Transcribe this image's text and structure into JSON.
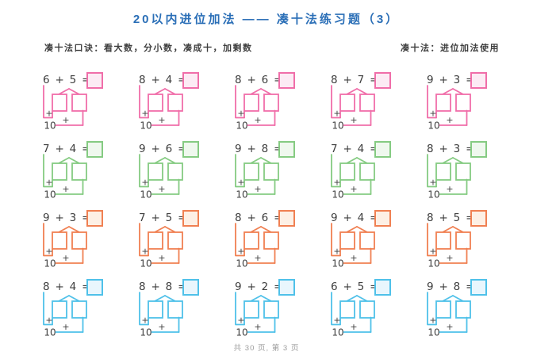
{
  "header": {
    "title": "20以内进位加法 —— 凑十法练习题（3）",
    "tip_left": "凑十法口诀：看大数，分小数，凑成十，加剩数",
    "tip_right": "凑十法：进位加法使用"
  },
  "footer": {
    "page_info": "共 30 页, 第 3 页"
  },
  "labels": {
    "plus": "+",
    "equals": "=",
    "ten": "10"
  },
  "colors": {
    "title_blue": "#2b6fb7",
    "text_dark": "#3e3e3e",
    "footer_gray": "#9c9c9c"
  },
  "rows": [
    {
      "color_name": "pink",
      "stroke": "#f06ea9",
      "box_fill": "#fcebf4",
      "problems": [
        {
          "a": "6",
          "b": "5"
        },
        {
          "a": "8",
          "b": "4"
        },
        {
          "a": "8",
          "b": "6"
        },
        {
          "a": "8",
          "b": "7"
        },
        {
          "a": "9",
          "b": "3"
        }
      ]
    },
    {
      "color_name": "green",
      "stroke": "#85cb82",
      "box_fill": "#eff8ee",
      "problems": [
        {
          "a": "7",
          "b": "4"
        },
        {
          "a": "9",
          "b": "6"
        },
        {
          "a": "9",
          "b": "8"
        },
        {
          "a": "7",
          "b": "4"
        },
        {
          "a": "8",
          "b": "3"
        }
      ]
    },
    {
      "color_name": "orange",
      "stroke": "#f08052",
      "box_fill": "#fdf0e5",
      "problems": [
        {
          "a": "9",
          "b": "3"
        },
        {
          "a": "7",
          "b": "5"
        },
        {
          "a": "8",
          "b": "6"
        },
        {
          "a": "9",
          "b": "4"
        },
        {
          "a": "8",
          "b": "5"
        }
      ]
    },
    {
      "color_name": "cyan",
      "stroke": "#4fc1e9",
      "box_fill": "#e9f6fd",
      "problems": [
        {
          "a": "8",
          "b": "4"
        },
        {
          "a": "8",
          "b": "8"
        },
        {
          "a": "9",
          "b": "2"
        },
        {
          "a": "6",
          "b": "5"
        },
        {
          "a": "9",
          "b": "8"
        }
      ]
    }
  ]
}
